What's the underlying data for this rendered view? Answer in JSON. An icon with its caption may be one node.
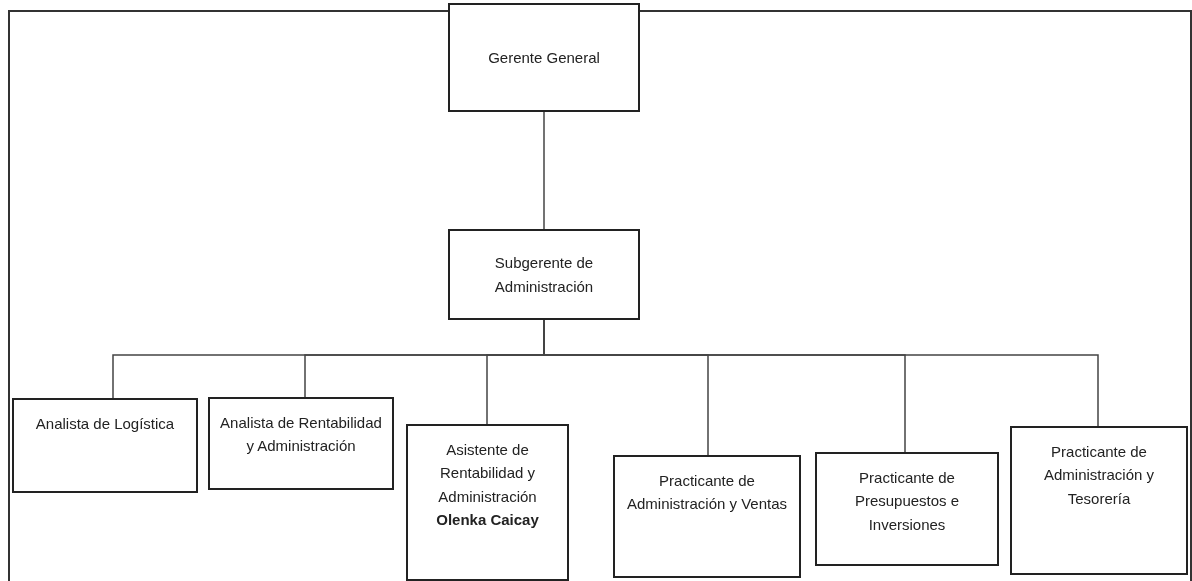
{
  "diagram": {
    "nodes": [
      {
        "text": [
          "Gerente General"
        ]
      },
      {
        "text": [
          "Subgerente de Administración"
        ]
      },
      {
        "text": [
          "Analista de Logística"
        ]
      },
      {
        "text": [
          "Analista de Rentabilidad y Administración"
        ]
      },
      {
        "text": [
          "Asistente de Rentabilidad y Administración",
          "Olenka Caicay"
        ]
      },
      {
        "text": [
          "Practicante de Administración y Ventas"
        ]
      },
      {
        "text": [
          "Practicante de Presupuestos e Inversiones"
        ]
      },
      {
        "text": [
          "Practicante de Administración y Tesorería"
        ]
      }
    ],
    "edges": [
      {
        "from": 0,
        "to": 1,
        "arrow": "none"
      },
      {
        "from": 1,
        "to": 2,
        "arrow": "none"
      },
      {
        "from": 1,
        "to": 3,
        "arrow": "none"
      },
      {
        "from": 1,
        "to": 4,
        "arrow": "none"
      },
      {
        "from": 1,
        "to": 5,
        "arrow": "none"
      },
      {
        "from": 1,
        "to": 6,
        "arrow": "none"
      },
      {
        "from": 1,
        "to": 7,
        "arrow": "none"
      }
    ]
  }
}
